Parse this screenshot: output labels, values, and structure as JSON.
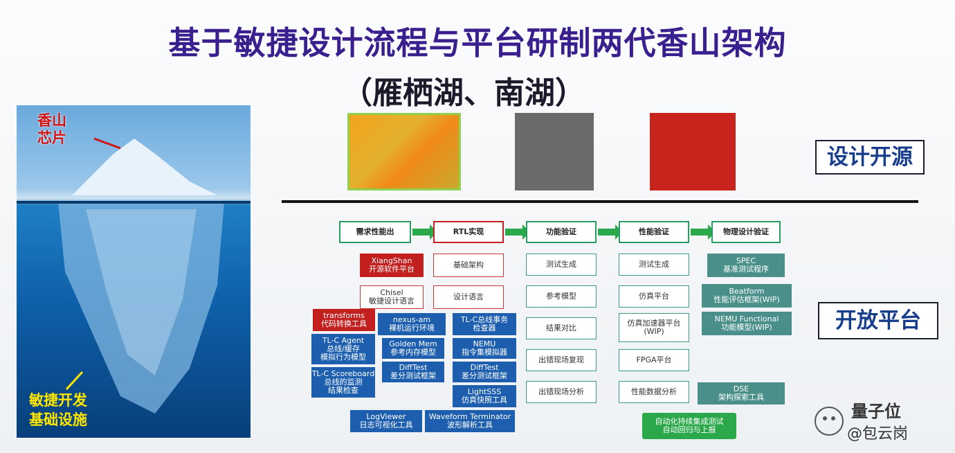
{
  "title": "基于敏捷设计流程与平台研制两代香山架构",
  "subtitle": "（雁栖湖、南湖）",
  "iceberg": {
    "top_label_line1": "香山",
    "top_label_line2": "芯片",
    "bottom_label_line1": "敏捷开发",
    "bottom_label_line2": "基础设施"
  },
  "callouts": {
    "open_design": "设计开源",
    "open_platform": "开放平台"
  },
  "stages": [
    "需求性能出",
    "RTL实现",
    "功能验证",
    "性能验证",
    "物理设计验证"
  ],
  "rtl_column": [
    "基础架构",
    "设计语言"
  ],
  "left_red": [
    "XiangShan\n开源软件平台",
    "Chisel\n敏捷设计语言",
    "transforms\n代码转换工具"
  ],
  "blue_left": [
    "TL-C Agent\n总线/缓存\n模拟行为模型",
    "TL-C Scoreboard\n总线的监测\n结果检查"
  ],
  "blue_mid": [
    "nexus-am\n裸机运行环境",
    "Golden Mem\n参考内存模型",
    "DiffTest\n差分测试框架"
  ],
  "blue_right": [
    "TL-C总线事务\n检查器",
    "NEMU\n指令集模拟器",
    "DiffTest\n差分测试框架",
    "LightSSS\n仿真快照工具"
  ],
  "blue_bottom": [
    "LogViewer\n日志可视化工具",
    "Waveform Terminator\n波形解析工具"
  ],
  "func_column": [
    "测试生成",
    "参考模型",
    "结果对比",
    "出错现场复现",
    "出错现场分析"
  ],
  "perf_column": [
    "测试生成",
    "仿真平台",
    "仿真加速器平台\n(WIP)",
    "FPGA平台",
    "性能数据分析"
  ],
  "teal_right": [
    "SPEC\n基准测试程序",
    "Beatform\n性能评估框架(WIP)",
    "NEMU Functional\n功能模型(WIP)",
    "DSE\n架构探索工具"
  ],
  "green_bottom": "自动化持续集成测试\n自动回归与上报",
  "watermark": {
    "line1": "量子位",
    "line2": "@包云岗"
  },
  "colors": {
    "title": "#3a1f8f",
    "stage_border": "#2d9a63",
    "red": "#c21f1f",
    "blue": "#1d5fae",
    "teal": "#4a8f8a",
    "arrow": "#2aa84a"
  }
}
